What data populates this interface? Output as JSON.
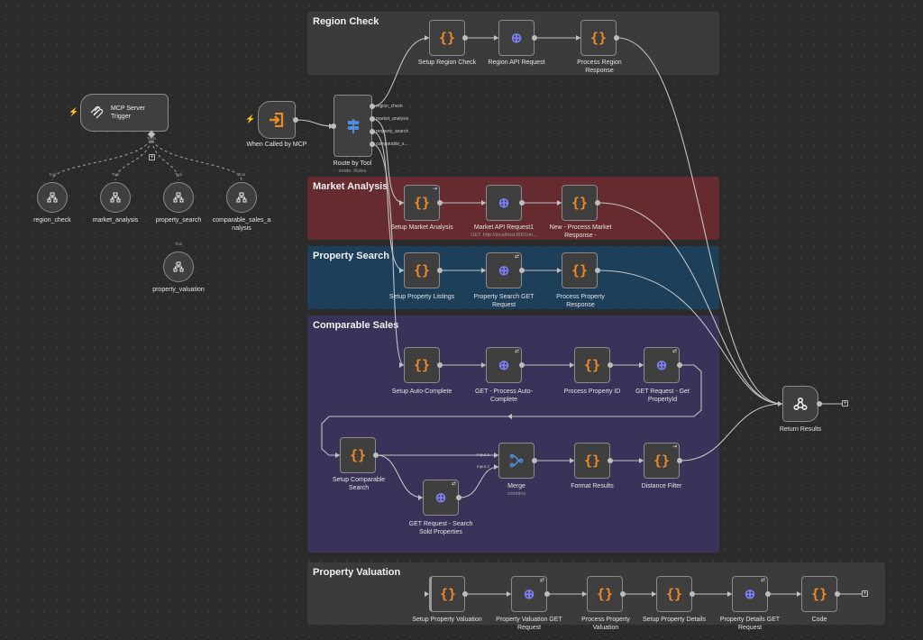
{
  "groups": {
    "region_check": "Region Check",
    "market_analysis": "Market Analysis",
    "property_search": "Property Search",
    "comparable_sales": "Comparable Sales",
    "property_valuation": "Property Valuation"
  },
  "colors": {
    "region_group": "#3b3b3b",
    "market_group": "#662b2f",
    "search_group": "#1e3f59",
    "comparable_group": "#3a3258",
    "valuation_group": "#3b3b3b",
    "code_icon": "#f08a24",
    "http_icon": "#7b7ff5",
    "connection": "#c2c2c2"
  },
  "trigger": {
    "label": "MCP Server Trigger",
    "tool_tag": "Tools"
  },
  "tools": [
    {
      "tag": "Tool",
      "label": "region_check"
    },
    {
      "tag": "Tool",
      "label": "market_analysis"
    },
    {
      "tag": "Tool",
      "label": "property_search"
    },
    {
      "tag": "Tool",
      "label": "comparable_sales_a nalysis"
    },
    {
      "tag": "Tool",
      "label": "property_valuation"
    }
  ],
  "called": {
    "label": "When Called by MCP"
  },
  "router": {
    "label": "Route by Tool",
    "sub": "mode: Rules",
    "outputs": [
      "region_check",
      "market_analysis",
      "property_search",
      "comparable_s..."
    ]
  },
  "nodes": {
    "setup_region": "Setup Region Check",
    "region_api": "Region API Request",
    "process_region": "Process Region Response",
    "setup_market": "Setup Market Analysis",
    "market_api": "Market API Request1",
    "market_api_sub": "GET: http://localhost:8001/m...",
    "new_process_market": "New - Process Market Response -",
    "setup_listings": "Setup Property Listings",
    "prop_search_get": "Property Search GET Request",
    "process_property": "Process Property Response",
    "setup_autocomplete": "Setup Auto-Complete",
    "get_autocomplete": "GET - Process Auto-Complete",
    "process_property_id": "Process Property ID",
    "get_property_id": "GET Request - Get PropertyId",
    "setup_comparable": "Setup Comparable Search",
    "get_sold": "GET Request - Search Sold Properties",
    "merge": "Merge",
    "merge_sub": "combine",
    "merge_in1": "Input 1",
    "merge_in2": "Input 2",
    "format_results": "Format Results",
    "distance_filter": "Distance Filter",
    "return_results": "Return Results",
    "setup_valuation": "Setup Property Valuation",
    "valuation_get": "Property Valuation GET Request",
    "process_valuation": "Process Property Valuation",
    "setup_details": "Setup Property Details",
    "details_get": "Property Details GET Request",
    "code": "Code"
  },
  "icons": {
    "code": "{}",
    "http": "globe-icon",
    "trigger": "mcp-icon",
    "router": "signpost-icon",
    "merge": "merge-icon",
    "webhook": "webhook-icon",
    "tool": "workflow-icon",
    "execute": "arrow-enter-icon"
  }
}
